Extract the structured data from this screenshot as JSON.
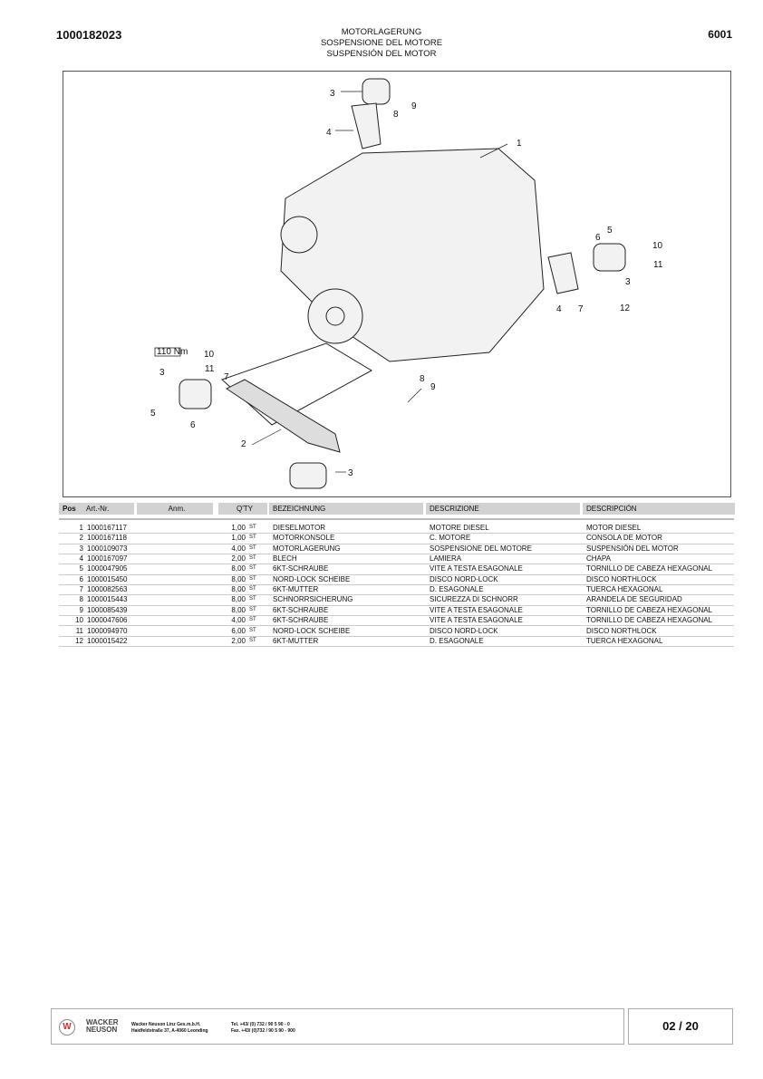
{
  "header": {
    "doc_number": "1000182023",
    "page_code": "6001",
    "title_de": "MOTORLAGERUNG",
    "title_it": "SOSPENSIONE DEL MOTORE",
    "title_es": "SUSPENSIÓN DEL MOTOR"
  },
  "diagram": {
    "torque_label": "110 Nm",
    "callouts": [
      "3",
      "4",
      "8",
      "9",
      "1",
      "5",
      "6",
      "10",
      "11",
      "3",
      "4",
      "7",
      "12",
      "10",
      "11",
      "3",
      "7",
      "8",
      "9",
      "5",
      "6",
      "2",
      "3"
    ]
  },
  "table": {
    "headers": {
      "pos": "Pos",
      "art": "Art.-Nr.",
      "anm": "Anm.",
      "qty": "Q'TY",
      "de": "BEZEICHNUNG",
      "it": "DESCRIZIONE",
      "es": "DESCRIPCIÓN"
    },
    "rows": [
      {
        "pos": "1",
        "art": "1000167117",
        "qty": "1,00",
        "unit": "ST",
        "de": "DIESELMOTOR",
        "it": "MOTORE DIESEL",
        "es": "MOTOR DIESEL"
      },
      {
        "pos": "2",
        "art": "1000167118",
        "qty": "1,00",
        "unit": "ST",
        "de": "MOTORKONSOLE",
        "it": "C. MOTORE",
        "es": "CONSOLA DE MOTOR"
      },
      {
        "pos": "3",
        "art": "1000109073",
        "qty": "4,00",
        "unit": "ST",
        "de": "MOTORLAGERUNG",
        "it": "SOSPENSIONE DEL MOTORE",
        "es": "SUSPENSIÓN DEL MOTOR"
      },
      {
        "pos": "4",
        "art": "1000167097",
        "qty": "2,00",
        "unit": "ST",
        "de": "BLECH",
        "it": "LAMIERA",
        "es": "CHAPA"
      },
      {
        "pos": "5",
        "art": "1000047905",
        "qty": "8,00",
        "unit": "ST",
        "de": "6KT-SCHRAUBE",
        "it": "VITE A TESTA ESAGONALE",
        "es": "TORNILLO DE CABEZA HEXAGONAL"
      },
      {
        "pos": "6",
        "art": "1000015450",
        "qty": "8,00",
        "unit": "ST",
        "de": "NORD-LOCK SCHEIBE",
        "it": "DISCO NORD-LOCK",
        "es": "DISCO NORTHLOCK"
      },
      {
        "pos": "7",
        "art": "1000082563",
        "qty": "8,00",
        "unit": "ST",
        "de": "6KT-MUTTER",
        "it": "D. ESAGONALE",
        "es": "TUERCA HEXAGONAL"
      },
      {
        "pos": "8",
        "art": "1000015443",
        "qty": "8,00",
        "unit": "ST",
        "de": "SCHNORRSICHERUNG",
        "it": "SICUREZZA DI SCHNORR",
        "es": "ARANDELA DE SEGURIDAD"
      },
      {
        "pos": "9",
        "art": "1000085439",
        "qty": "8,00",
        "unit": "ST",
        "de": "6KT-SCHRAUBE",
        "it": "VITE A TESTA ESAGONALE",
        "es": "TORNILLO DE CABEZA HEXAGONAL"
      },
      {
        "pos": "10",
        "art": "1000047606",
        "qty": "4,00",
        "unit": "ST",
        "de": "6KT-SCHRAUBE",
        "it": "VITE A TESTA ESAGONALE",
        "es": "TORNILLO DE CABEZA HEXAGONAL"
      },
      {
        "pos": "11",
        "art": "1000094970",
        "qty": "6,00",
        "unit": "ST",
        "de": "NORD-LOCK SCHEIBE",
        "it": "DISCO NORD-LOCK",
        "es": "DISCO NORTHLOCK"
      },
      {
        "pos": "12",
        "art": "1000015422",
        "qty": "2,00",
        "unit": "ST",
        "de": "6KT-MUTTER",
        "it": "D. ESAGONALE",
        "es": "TUERCA HEXAGONAL"
      }
    ]
  },
  "footer": {
    "brand_line1": "WACKER",
    "brand_line2": "NEUSON",
    "company": "Wacker Neuson Linz Ges.m.b.H.",
    "address": "Haidfeldstraße 37, A-4060 Leonding",
    "tel": "Tel. +43/ (0) 732 / 90 5 90 - 0",
    "fax": "Fax. +43/ (0)732 / 90 5 90 - 900",
    "page": "02 / 20"
  }
}
